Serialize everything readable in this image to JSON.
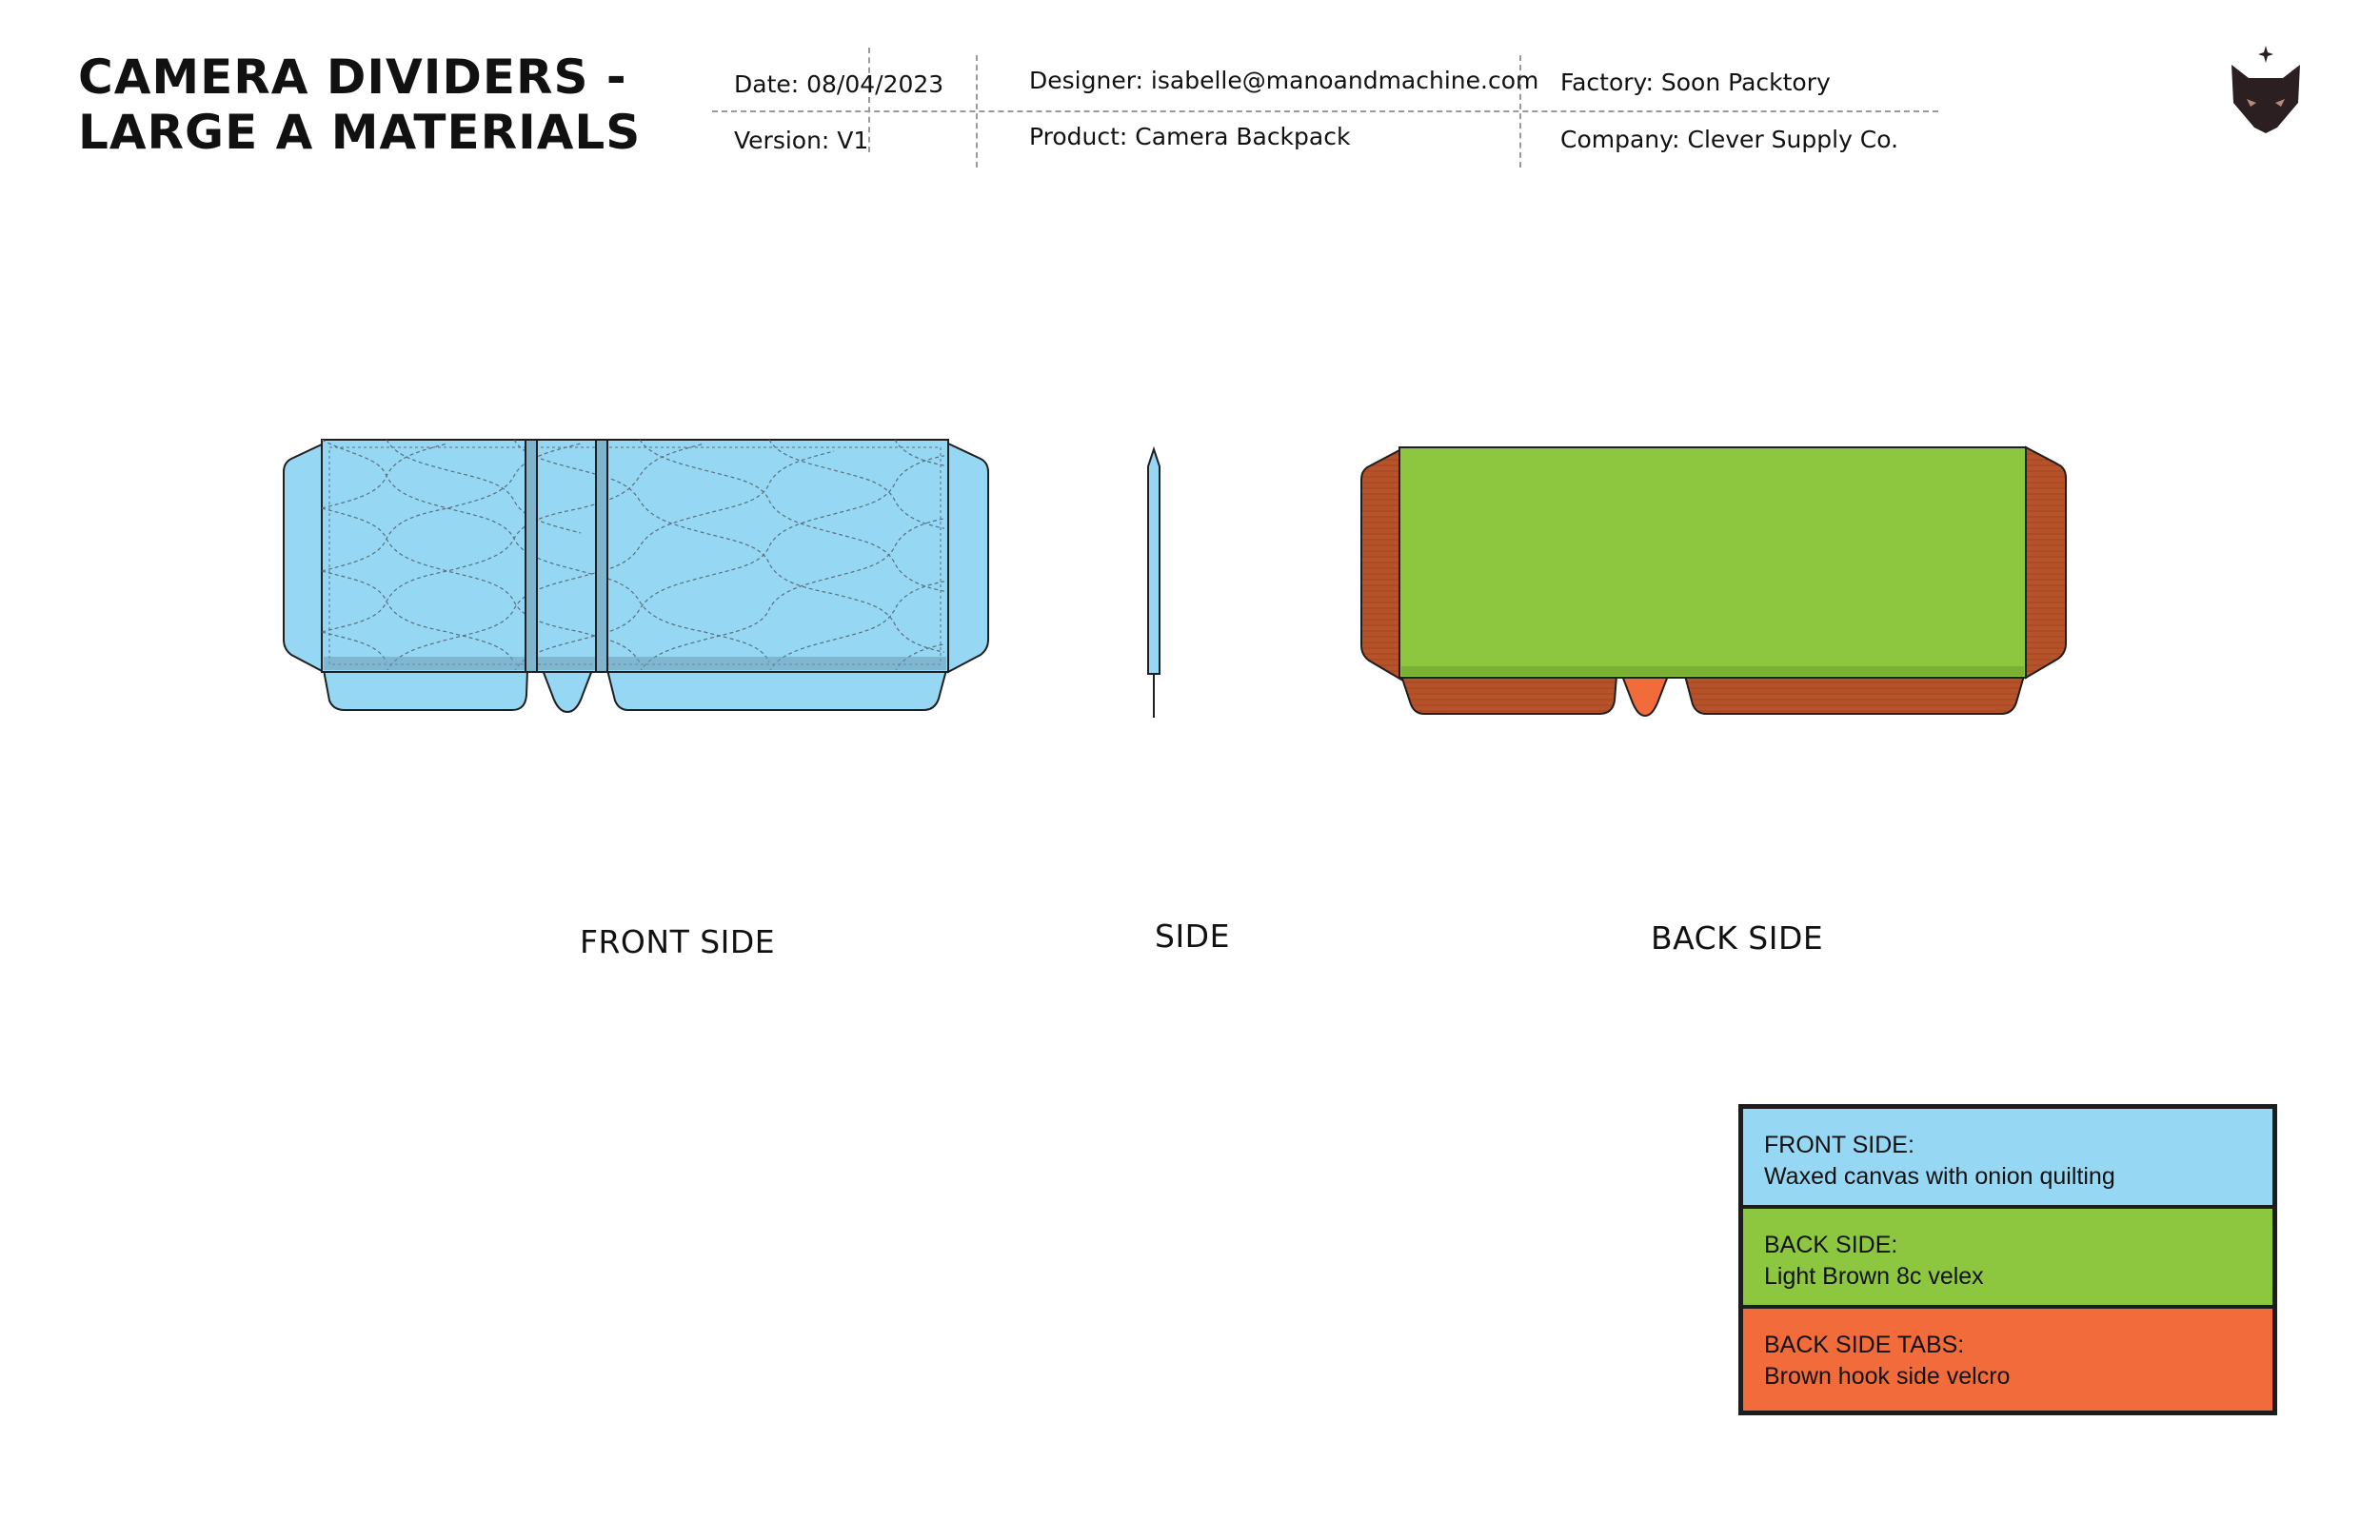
{
  "header": {
    "title_line1": "CAMERA DIVIDERS -",
    "title_line2": "LARGE A MATERIALS",
    "date": "Date: 08/04/2023",
    "version": "Version: V1",
    "designer": "Designer: isabelle@manoandmachine.com",
    "product": "Product: Camera Backpack",
    "factory": "Factory: Soon Packtory",
    "company": "Company: Clever Supply Co."
  },
  "logo": {
    "icon": "fox-head-icon",
    "color": "#2b1f22"
  },
  "views": {
    "front": "FRONT SIDE",
    "side": "SIDE",
    "back": "BACK SIDE"
  },
  "colors": {
    "front_fill": "#96d8f4",
    "back_fill": "#8dc63f",
    "tab_fill": "#b7532b",
    "legend_front": "#96d8f4",
    "legend_back": "#8dc63f",
    "legend_tabs": "#f26b3a"
  },
  "legend": [
    {
      "heading": "FRONT SIDE:",
      "description": "Waxed canvas with onion quilting"
    },
    {
      "heading": "BACK SIDE:",
      "description": "Light Brown 8c velex"
    },
    {
      "heading": "BACK SIDE TABS:",
      "description": "Brown hook side velcro"
    }
  ]
}
